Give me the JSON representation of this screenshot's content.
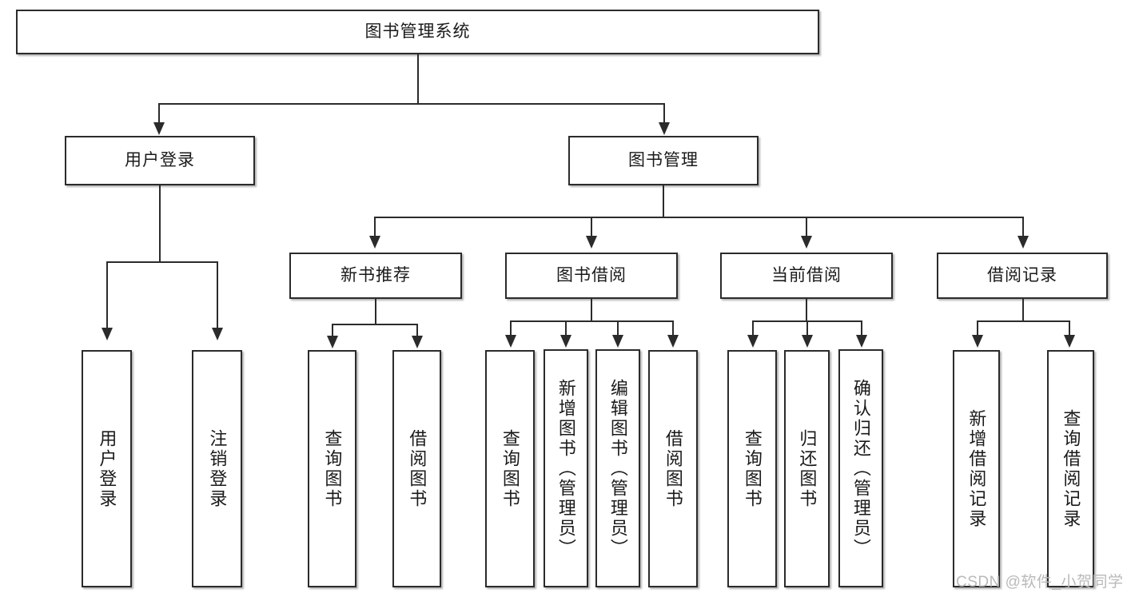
{
  "diagram": {
    "title": "图书管理系统",
    "type": "tree",
    "root": {
      "id": "root",
      "label": "图书管理系统"
    },
    "level2": [
      {
        "id": "user-login",
        "label": "用户登录"
      },
      {
        "id": "book-manage",
        "label": "图书管理"
      }
    ],
    "level3": [
      {
        "id": "new-book-recommend",
        "label": "新书推荐",
        "parent": "book-manage"
      },
      {
        "id": "book-borrow",
        "label": "图书借阅",
        "parent": "book-manage"
      },
      {
        "id": "current-borrow",
        "label": "当前借阅",
        "parent": "book-manage"
      },
      {
        "id": "borrow-record",
        "label": "借阅记录",
        "parent": "book-manage"
      }
    ],
    "leaves": [
      {
        "id": "leaf-user-login",
        "label": "用户登录",
        "parent": "user-login"
      },
      {
        "id": "leaf-logout-login",
        "label": "注销登录",
        "parent": "user-login"
      },
      {
        "id": "leaf-query-book-1",
        "label": "查询图书",
        "parent": "new-book-recommend"
      },
      {
        "id": "leaf-borrow-book-1",
        "label": "借阅图书",
        "parent": "new-book-recommend"
      },
      {
        "id": "leaf-query-book-2",
        "label": "查询图书",
        "parent": "book-borrow"
      },
      {
        "id": "leaf-add-book",
        "label": "新增图书（管理员）",
        "parent": "book-borrow"
      },
      {
        "id": "leaf-edit-book",
        "label": "编辑图书（管理员）",
        "parent": "book-borrow"
      },
      {
        "id": "leaf-borrow-book-2",
        "label": "借阅图书",
        "parent": "book-borrow"
      },
      {
        "id": "leaf-query-book-3",
        "label": "查询图书",
        "parent": "current-borrow"
      },
      {
        "id": "leaf-return-book",
        "label": "归还图书",
        "parent": "current-borrow"
      },
      {
        "id": "leaf-confirm-return",
        "label": "确认归还（管理员）",
        "parent": "current-borrow"
      },
      {
        "id": "leaf-add-record",
        "label": "新增借阅记录",
        "parent": "borrow-record"
      },
      {
        "id": "leaf-query-record",
        "label": "查询借阅记录",
        "parent": "borrow-record"
      }
    ],
    "colors": {
      "stroke": "#2b2b2b",
      "fill": "#ffffff",
      "text": "#1a1a1a",
      "watermark": "#b9b9b9"
    }
  },
  "watermark": {
    "text": "CSDN @软件_小贺同学"
  }
}
